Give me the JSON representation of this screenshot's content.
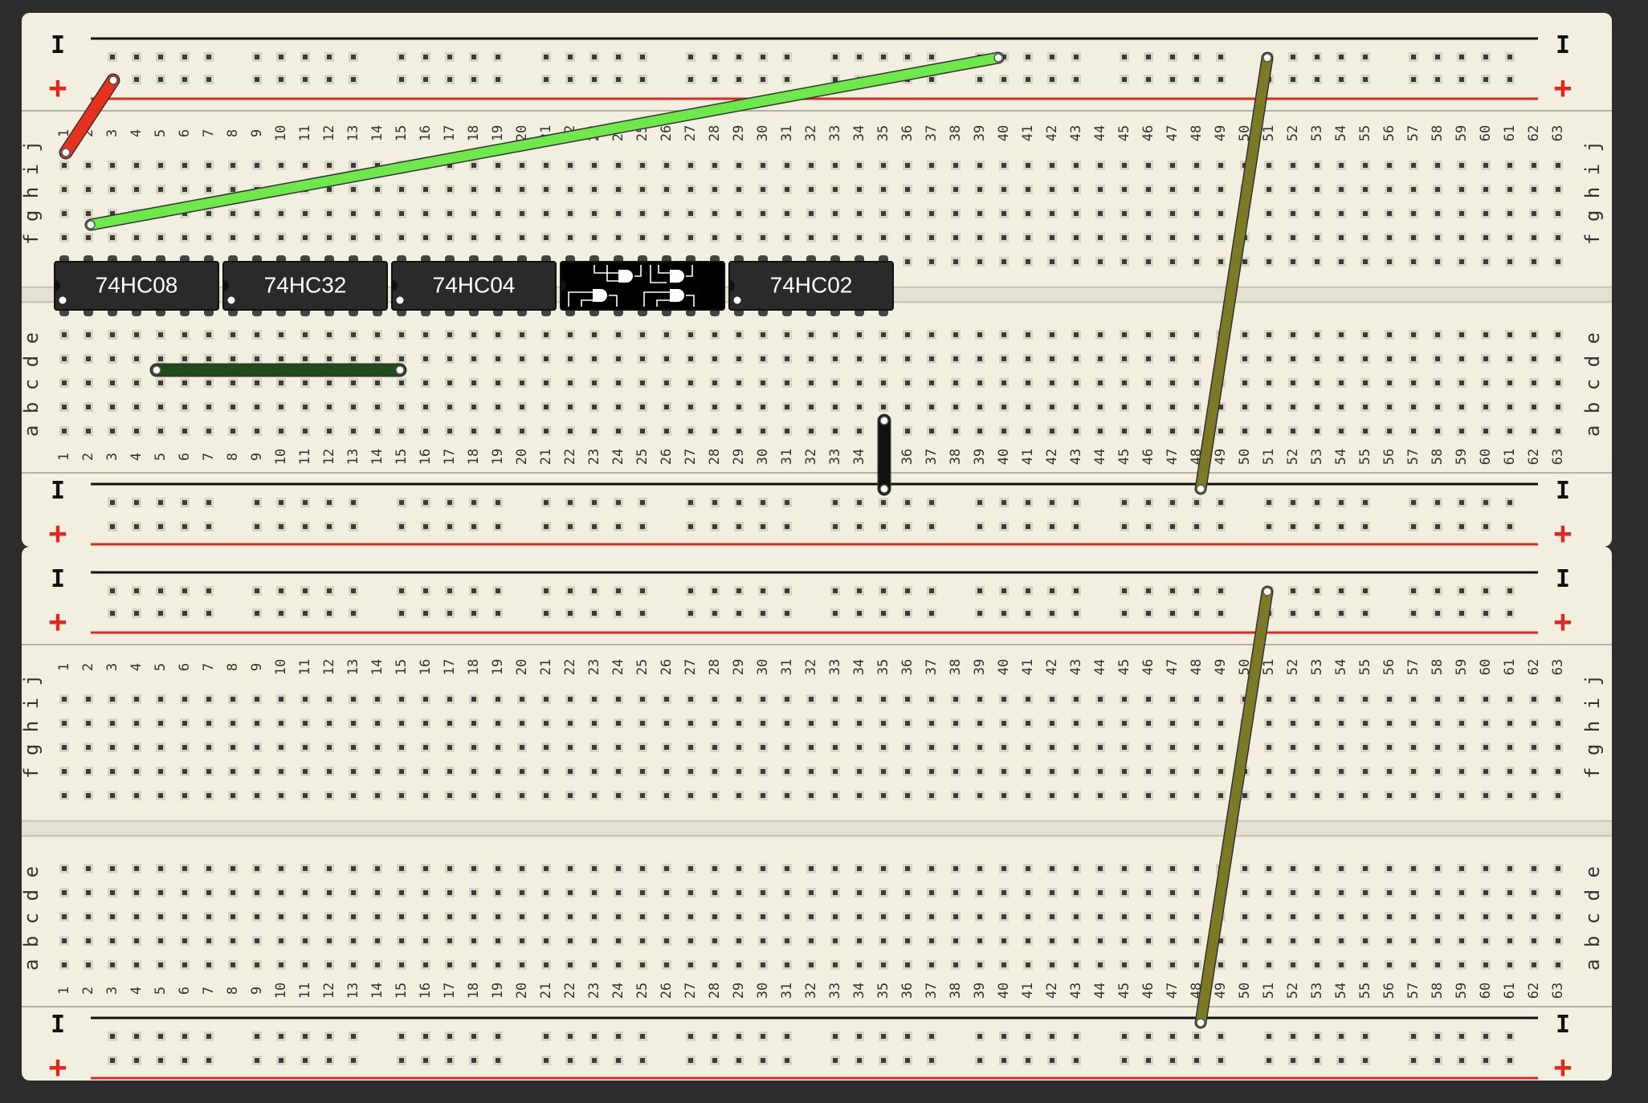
{
  "colors": {
    "background": "#2d2d2d",
    "board": "#f2efe1",
    "hole": "#3a3a3a",
    "hole_pad": "#d7d4c6",
    "rail_red": "#e0281c",
    "rail_black": "#111111",
    "label": "#333333",
    "chip": "#2a2a2a",
    "chip_text": "#ffffff"
  },
  "boards": [
    {
      "name": "breadboard-top",
      "column_numbers": [
        "1",
        "2",
        "3",
        "4",
        "5",
        "6",
        "7",
        "8",
        "9",
        "10",
        "11",
        "12",
        "13",
        "14",
        "15",
        "16",
        "17",
        "18",
        "19",
        "20",
        "21",
        "22",
        "23",
        "24",
        "25",
        "26",
        "27",
        "28",
        "29",
        "30",
        "31",
        "32",
        "33",
        "34",
        "35",
        "36",
        "37",
        "38",
        "39",
        "40",
        "41",
        "42",
        "43",
        "44",
        "45",
        "46",
        "47",
        "48",
        "49",
        "50",
        "51",
        "52",
        "53",
        "54",
        "55",
        "56",
        "57",
        "58",
        "59",
        "60",
        "61",
        "62",
        "63"
      ],
      "upper_rows": [
        "f",
        "g",
        "h",
        "i",
        "j"
      ],
      "lower_rows": [
        "a",
        "b",
        "c",
        "d",
        "e"
      ],
      "rail_minus": "I",
      "rail_plus": "+"
    },
    {
      "name": "breadboard-bottom",
      "column_numbers": [
        "1",
        "2",
        "3",
        "4",
        "5",
        "6",
        "7",
        "8",
        "9",
        "10",
        "11",
        "12",
        "13",
        "14",
        "15",
        "16",
        "17",
        "18",
        "19",
        "20",
        "21",
        "22",
        "23",
        "24",
        "25",
        "26",
        "27",
        "28",
        "29",
        "30",
        "31",
        "32",
        "33",
        "34",
        "35",
        "36",
        "37",
        "38",
        "39",
        "40",
        "41",
        "42",
        "43",
        "44",
        "45",
        "46",
        "47",
        "48",
        "49",
        "50",
        "51",
        "52",
        "53",
        "54",
        "55",
        "56",
        "57",
        "58",
        "59",
        "60",
        "61",
        "62",
        "63"
      ],
      "upper_rows": [
        "f",
        "g",
        "h",
        "i",
        "j"
      ],
      "lower_rows": [
        "a",
        "b",
        "c",
        "d",
        "e"
      ],
      "rail_minus": "I",
      "rail_plus": "+"
    }
  ],
  "chips": [
    {
      "name": "chip-74hc08",
      "label": "74HC08",
      "style": "label"
    },
    {
      "name": "chip-74hc32",
      "label": "74HC32",
      "style": "label"
    },
    {
      "name": "chip-74hc04",
      "label": "74HC04",
      "style": "label"
    },
    {
      "name": "chip-logic-gates",
      "label": "",
      "style": "gates"
    },
    {
      "name": "chip-74hc02",
      "label": "74HC02",
      "style": "label"
    }
  ],
  "wires": [
    {
      "name": "wire-red",
      "color": "#e8321e"
    },
    {
      "name": "wire-light-green",
      "color": "#6ee84a"
    },
    {
      "name": "wire-dark-green",
      "color": "#1f4a1a"
    },
    {
      "name": "wire-black",
      "color": "#111111"
    },
    {
      "name": "wire-olive-top",
      "color": "#7d7a26"
    },
    {
      "name": "wire-olive-bottom",
      "color": "#7d7a26"
    }
  ]
}
